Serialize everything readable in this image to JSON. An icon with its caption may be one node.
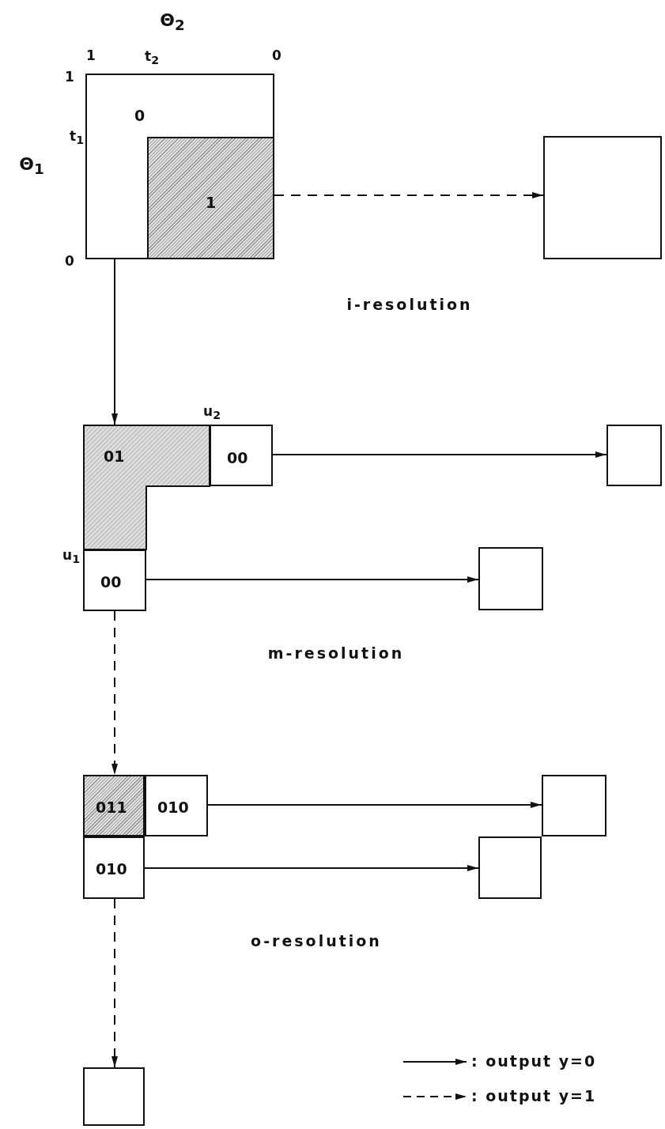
{
  "diagram": {
    "nodes": [
      {
        "text": [
          "0"
        ]
      },
      {
        "text": [
          "1"
        ],
        "in": 0
      },
      {
        "text": [],
        "shape": "box"
      },
      {
        "text": [
          "01"
        ]
      },
      {
        "text": [
          "00"
        ]
      },
      {
        "text": [
          "00"
        ]
      },
      {
        "text": [],
        "shape": "box"
      },
      {
        "text": [],
        "shape": "box"
      },
      {
        "text": [
          "011"
        ]
      },
      {
        "text": [
          "010"
        ]
      },
      {
        "text": [
          "010"
        ]
      },
      {
        "text": [],
        "shape": "box"
      },
      {
        "text": [],
        "shape": "box"
      },
      {
        "text": [],
        "shape": "box"
      }
    ],
    "edges": [
      {
        "from": 0,
        "to": 2,
        "arrow": "to",
        "style": "dashed"
      },
      {
        "from": 0,
        "to": 3,
        "arrow": "to"
      },
      {
        "from": 4,
        "to": 6,
        "arrow": "to"
      },
      {
        "from": 5,
        "to": 7,
        "arrow": "to"
      },
      {
        "from": 5,
        "to": 8,
        "arrow": "to",
        "style": "dashed"
      },
      {
        "from": 9,
        "to": 11,
        "arrow": "to"
      },
      {
        "from": 10,
        "to": 12,
        "arrow": "to"
      },
      {
        "from": 10,
        "to": 13,
        "arrow": "to",
        "style": "dashed"
      }
    ],
    "labels": [
      "Θ$_{2}$",
      "1",
      "t$_{2}$",
      "0",
      "1",
      "t$_{1}$",
      "Θ$_{1}$",
      "0",
      "i-resolution",
      "u$_{2}$",
      "u$_{1}$",
      "m-resolution",
      "o-resolution"
    ],
    "legend": [
      {
        "text": ": output y=0"
      },
      {
        "text": ": output y=1"
      }
    ]
  }
}
